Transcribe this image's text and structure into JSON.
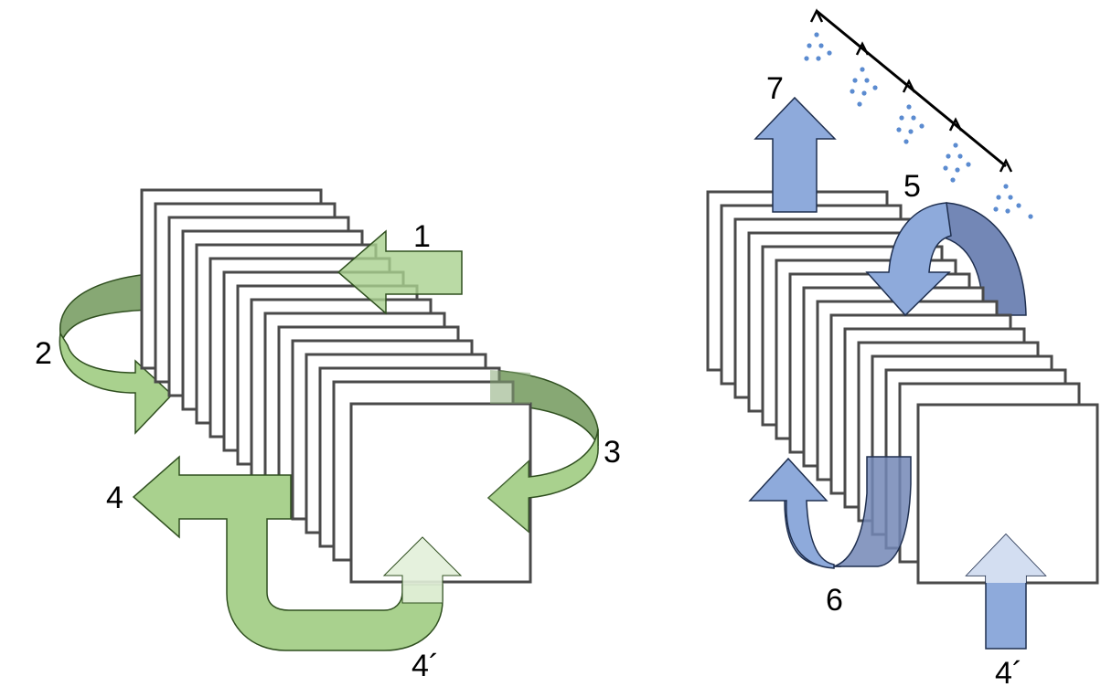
{
  "labels": {
    "l1": "1",
    "l2": "2",
    "l3": "3",
    "l4": "4",
    "l4p_left": "4´",
    "l5": "5",
    "l6": "6",
    "l7": "7",
    "l4p_right": "4´"
  },
  "colors": {
    "green_light": "#a9d18e",
    "green_dark": "#87a874",
    "green_stroke": "#2f4f1f",
    "blue_light": "#8eaadb",
    "blue_dark": "#7387b6",
    "blue_stroke": "#1f2f4f",
    "drop": "#5b8bd0",
    "plate_stroke": "#4a4a4a"
  },
  "icons": {
    "left_stack": "plate-stack-icon",
    "right_stack": "plate-stack-icon",
    "sprayer": "spray-nozzle-bar-icon"
  }
}
